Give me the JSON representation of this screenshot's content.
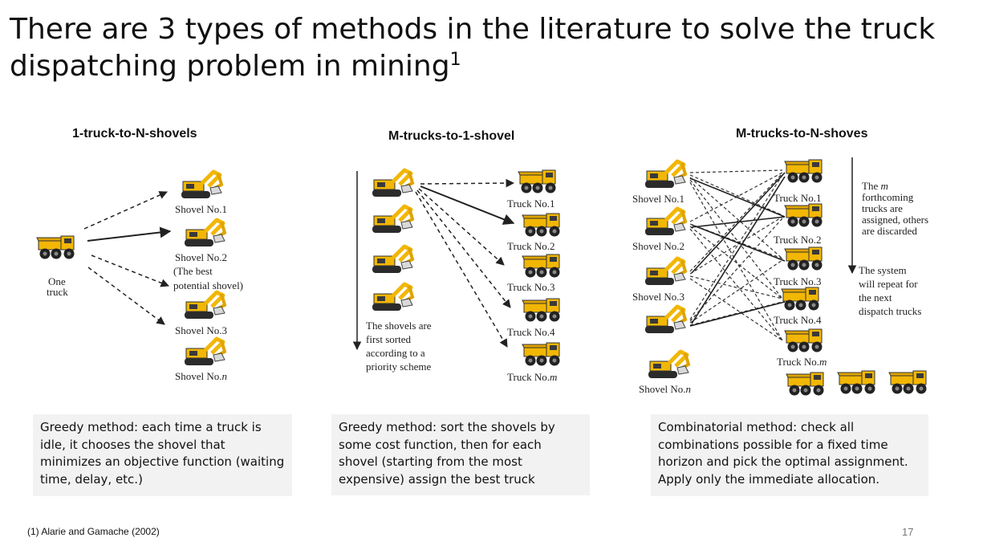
{
  "slide": {
    "title": "There are 3 types of methods in the literature to solve the truck dispatching problem in mining",
    "title_footnote_mark": "1",
    "page_number": "17",
    "footnote": "(1) Alarie and Gamache (2002)"
  },
  "panel1": {
    "heading": "1-truck-to-N-shovels",
    "truck_label_1": "One",
    "truck_label_2": "truck",
    "shovel1": "Shovel No.1",
    "shovel2": "Shovel No.2",
    "shovel2_note1": "(The best",
    "shovel2_note2": "potential shovel)",
    "shovel3": "Shovel No.3",
    "shoveln": "Shovel No.",
    "shoveln_italic": "n",
    "description": "Greedy method: each time a truck is idle, it chooses the shovel that minimizes an objective function (waiting time, delay, etc.)"
  },
  "panel2": {
    "heading": "M-trucks-to-1-shovel",
    "truck1": "Truck No.1",
    "truck2": "Truck No.2",
    "truck3": "Truck No.3",
    "truck4": "Truck No.4",
    "truckm": "Truck No.",
    "truckm_italic": "m",
    "note1": "The shovels are",
    "note2": "first sorted",
    "note3": "according to a",
    "note4": "priority scheme",
    "description": "Greedy method: sort the shovels by some cost function, then for each shovel (starting from the most expensive) assign the best truck"
  },
  "panel3": {
    "heading": "M-trucks-to-N-shoves",
    "shovel1": "Shovel No.1",
    "shovel2": "Shovel No.2",
    "shovel3": "Shovel No.3",
    "shoveln": "Shovel No.",
    "shoveln_italic": "n",
    "truck1": "Truck No.1",
    "truck2": "Truck No.2",
    "truck3": "Truck No.3",
    "truck4": "Truck No.4",
    "truckm": "Truck No.",
    "truckm_italic": "m",
    "note_a1": "The ",
    "note_a1_italic": "m",
    "note_a2": "forthcoming",
    "note_a3": "trucks are",
    "note_a4": "assigned, others",
    "note_a5": "are discarded",
    "note_b1": "The system",
    "note_b2": "will repeat for",
    "note_b3": "the next",
    "note_b4": "dispatch trucks",
    "description": "Combinatorial method: check all combinations possible for a fixed time horizon and pick the optimal assignment. Apply only the immediate allocation."
  },
  "colors": {
    "machine_yellow": "#f2b705",
    "machine_dark": "#2b2b2b",
    "box_bg": "#f2f2f2"
  }
}
